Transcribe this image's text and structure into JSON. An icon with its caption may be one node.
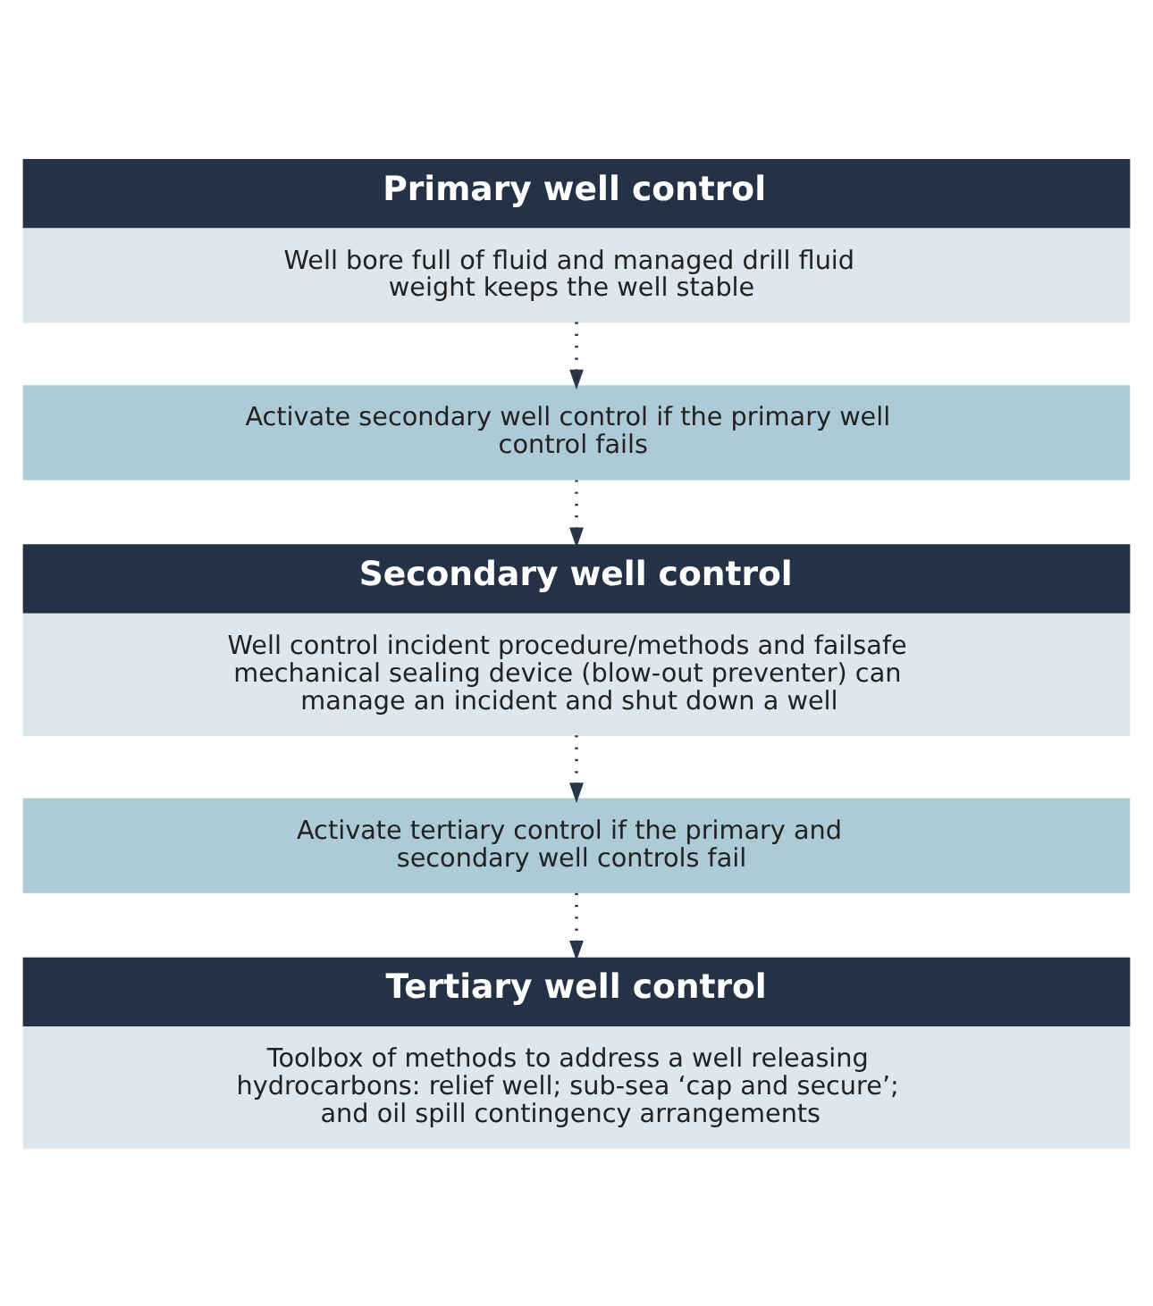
{
  "diagram": {
    "nodes": [
      {
        "text": [
          "Primary well control",
          "Well bore full of fluid and managed drill fluid weight keeps the well stable"
        ]
      },
      {
        "text": [
          "Activate secondary well control if the primary well control fails"
        ]
      },
      {
        "text": [
          "Secondary well control",
          "Well control incident procedure/methods and failsafe mechanical sealing device (blow-out preventer) can manage an incident and shut down a well"
        ]
      },
      {
        "text": [
          "Activate tertiary control if the primary and secondary well controls fail"
        ]
      },
      {
        "text": [
          "Tertiary well control",
          "Toolbox of methods to address a well releasing hydrocarbons: relief well; sub-sea ‘cap and secure’; and oil spill contingency arrangements"
        ]
      }
    ],
    "edges": [
      {
        "from": 0,
        "to": 1,
        "arrow": "to"
      },
      {
        "from": 1,
        "to": 2,
        "arrow": "to"
      },
      {
        "from": 2,
        "to": 3,
        "arrow": "to"
      },
      {
        "from": 3,
        "to": 4,
        "arrow": "to"
      }
    ]
  }
}
